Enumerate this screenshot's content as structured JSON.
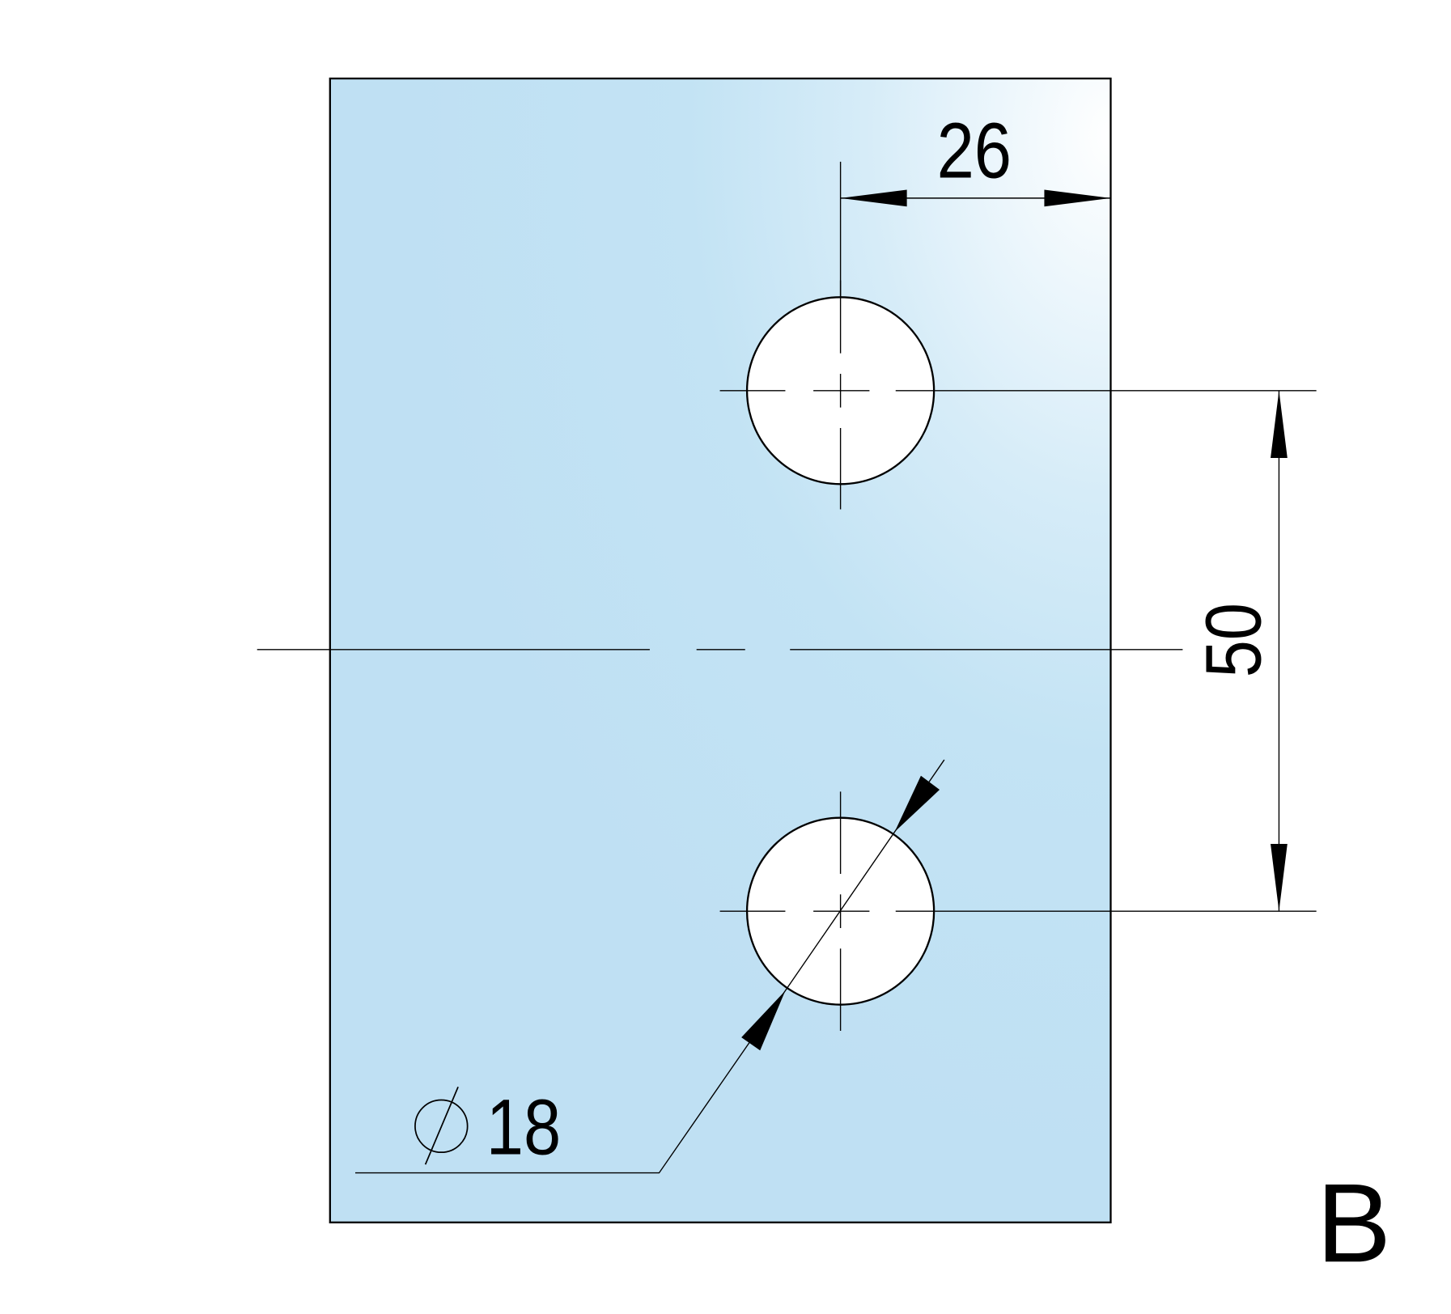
{
  "drawing": {
    "dim_horizontal": "26",
    "dim_vertical": "50",
    "dim_diameter_symbol": "⌀",
    "dim_diameter": "18",
    "view_label": "B",
    "colors": {
      "glass_light": "#ffffff",
      "glass": "#c3e3f4",
      "line": "#000000"
    }
  }
}
